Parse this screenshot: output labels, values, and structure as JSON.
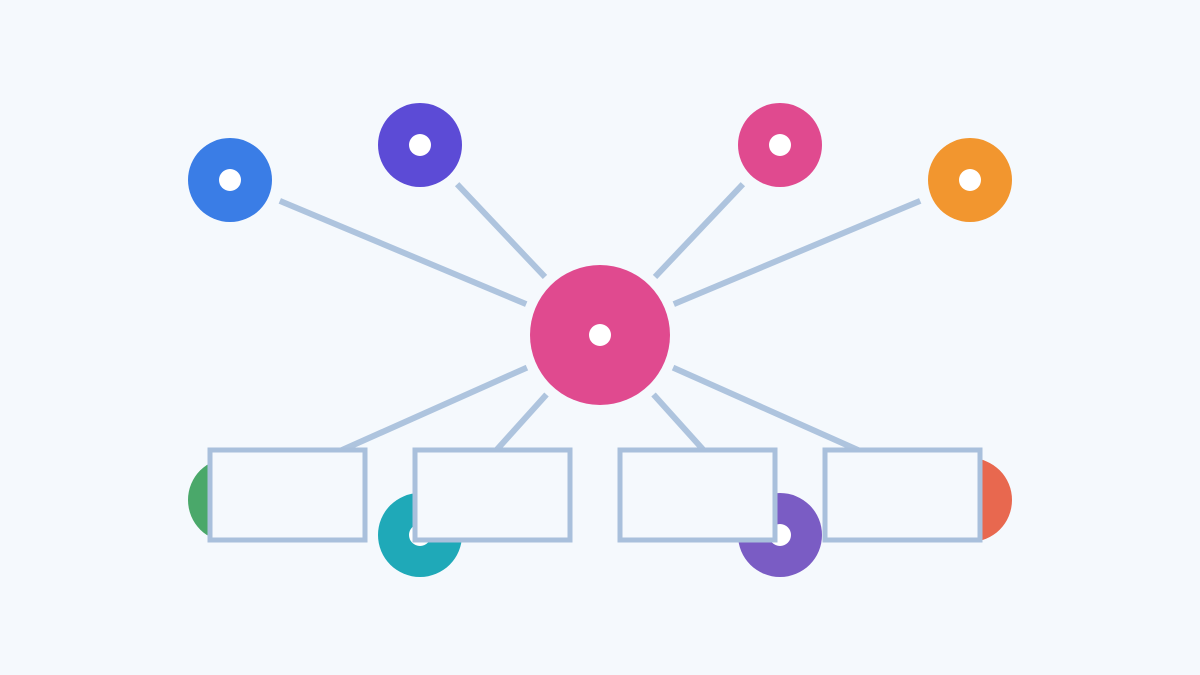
{
  "colors": {
    "background": "#f5f9fd",
    "edge": "#aec4de",
    "box_stroke": "#a9c0dc",
    "box_fill": "#f5f9fd",
    "hole": "#ffffff"
  },
  "hub": {
    "name": "hub-node",
    "color": "#e04a8f"
  },
  "top_nodes": [
    {
      "name": "node-blue",
      "color": "#3a7de6"
    },
    {
      "name": "node-indigo",
      "color": "#5c4bd6"
    },
    {
      "name": "node-pink",
      "color": "#e04a8f"
    },
    {
      "name": "node-orange",
      "color": "#f2962f"
    }
  ],
  "bottom_nodes": [
    {
      "name": "node-green",
      "color": "#4aa86a"
    },
    {
      "name": "node-teal",
      "color": "#1fa9b8"
    },
    {
      "name": "node-purple",
      "color": "#7a5cc4"
    },
    {
      "name": "node-coral",
      "color": "#e8684f"
    }
  ],
  "label_boxes": [
    {
      "name": "label-box-1",
      "text": ""
    },
    {
      "name": "label-box-2",
      "text": ""
    },
    {
      "name": "label-box-3",
      "text": ""
    },
    {
      "name": "label-box-4",
      "text": ""
    }
  ]
}
